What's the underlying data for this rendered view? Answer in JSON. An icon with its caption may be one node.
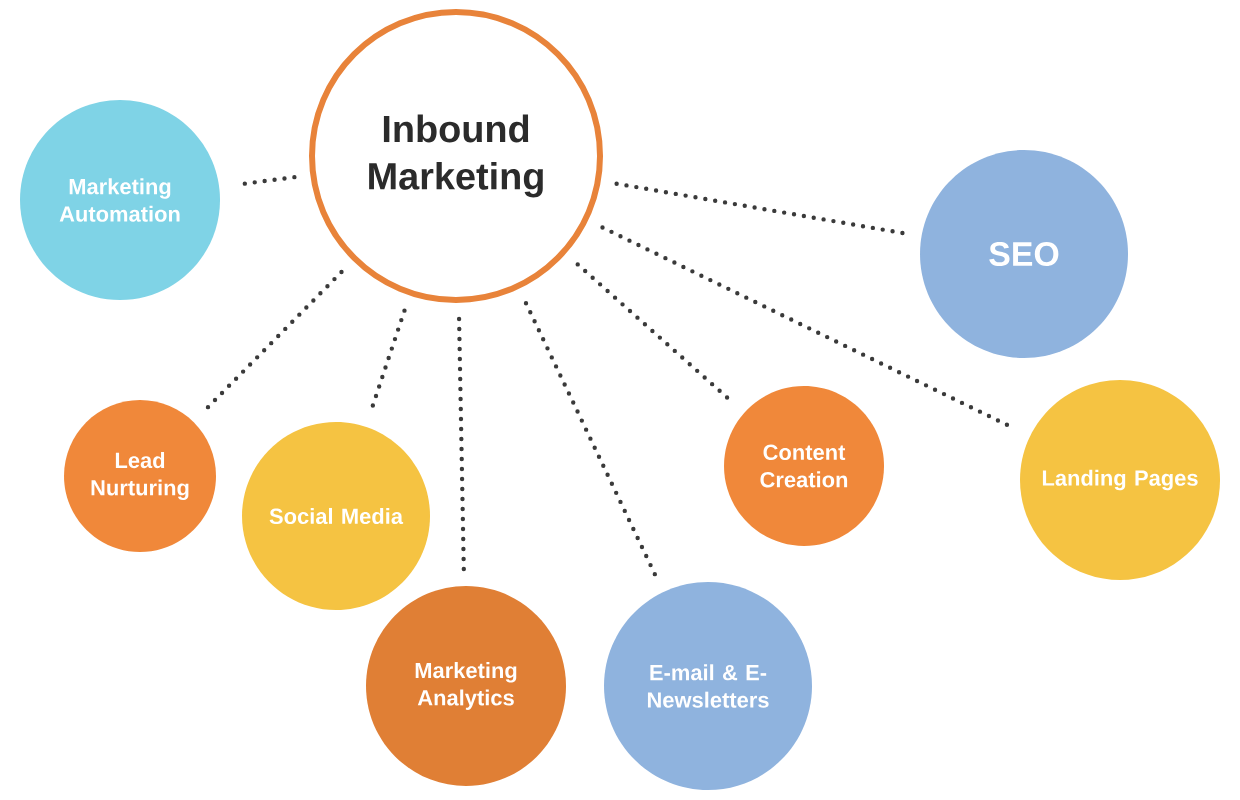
{
  "diagram": {
    "nodes": [
      {
        "text": [
          "Inbound Marketing"
        ]
      },
      {
        "text": [
          "Marketing Automation"
        ]
      },
      {
        "text": [
          "SEO"
        ]
      },
      {
        "text": [
          "Lead Nurturing"
        ]
      },
      {
        "text": [
          "Social Media"
        ]
      },
      {
        "text": [
          "Marketing Analytics"
        ]
      },
      {
        "text": [
          "E-mail & E-Newsletters"
        ]
      },
      {
        "text": [
          "Content Creation"
        ]
      },
      {
        "text": [
          "Landing Pages"
        ]
      }
    ],
    "edges": [
      {
        "from": 0,
        "to": 1,
        "arrow": "none"
      },
      {
        "from": 0,
        "to": 2,
        "arrow": "none"
      },
      {
        "from": 0,
        "to": 3,
        "arrow": "none"
      },
      {
        "from": 0,
        "to": 4,
        "arrow": "none"
      },
      {
        "from": 0,
        "to": 5,
        "arrow": "none"
      },
      {
        "from": 0,
        "to": 6,
        "arrow": "none"
      },
      {
        "from": 0,
        "to": 7,
        "arrow": "none"
      },
      {
        "from": 0,
        "to": 8,
        "arrow": "none"
      }
    ]
  }
}
